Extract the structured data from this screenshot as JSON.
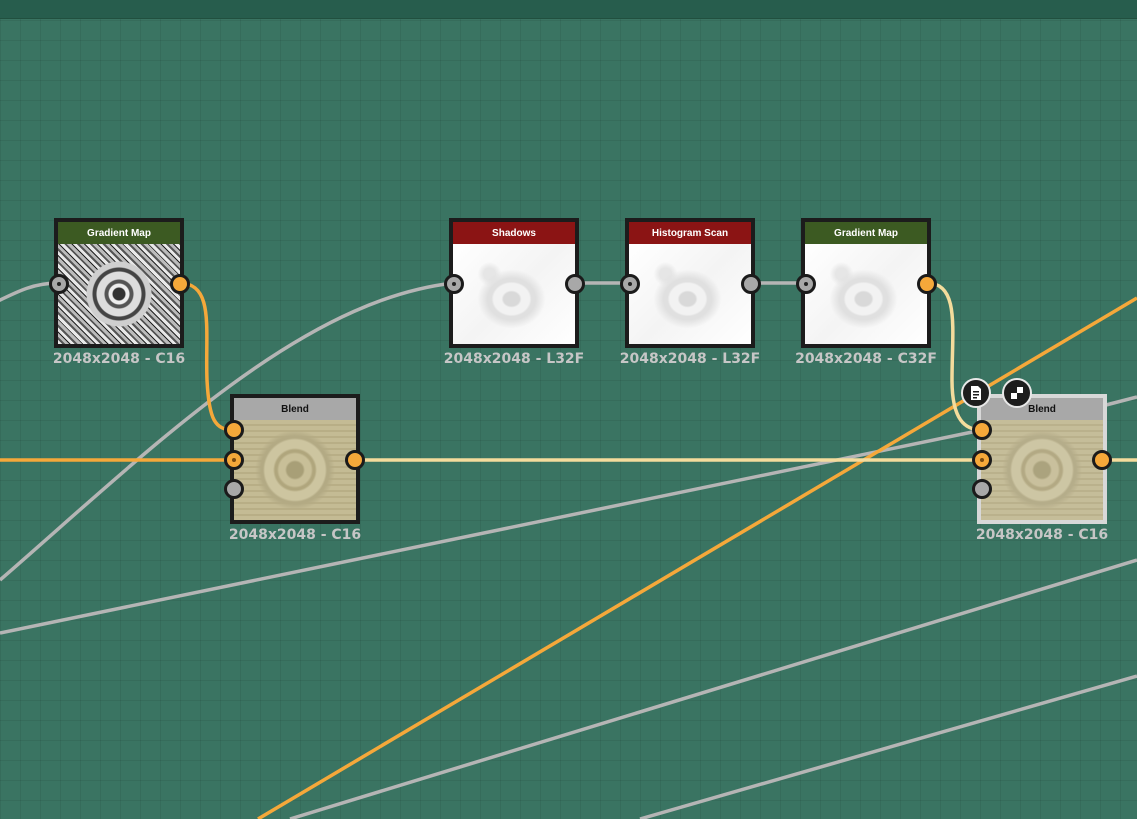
{
  "colors": {
    "canvas": "#3a7462",
    "wire_gray": "#b5b5b5",
    "wire_orange": "#f5a83a",
    "wire_cream": "#f4dc9c",
    "header_green": "#3c5a22",
    "header_red": "#8b1414",
    "header_gray": "#a8a8a8"
  },
  "nodes": {
    "gradient_map_1": {
      "title": "Gradient Map",
      "label": "2048x2048 - C16",
      "header_color": "#3c5a22"
    },
    "shadows": {
      "title": "Shadows",
      "label": "2048x2048 - L32F",
      "header_color": "#8b1414"
    },
    "histogram_scan": {
      "title": "Histogram Scan",
      "label": "2048x2048 - L32F",
      "header_color": "#8b1414"
    },
    "gradient_map_2": {
      "title": "Gradient Map",
      "label": "2048x2048 - C32F",
      "header_color": "#3c5a22"
    },
    "blend_1": {
      "title": "Blend",
      "label": "2048x2048 - C16",
      "header_color": "#a8a8a8"
    },
    "blend_2": {
      "title": "Blend",
      "label": "2048x2048 - C16",
      "header_color": "#a8a8a8",
      "selected": true
    }
  },
  "icons": {
    "comment": "comment-icon",
    "frame": "frame-icon"
  }
}
